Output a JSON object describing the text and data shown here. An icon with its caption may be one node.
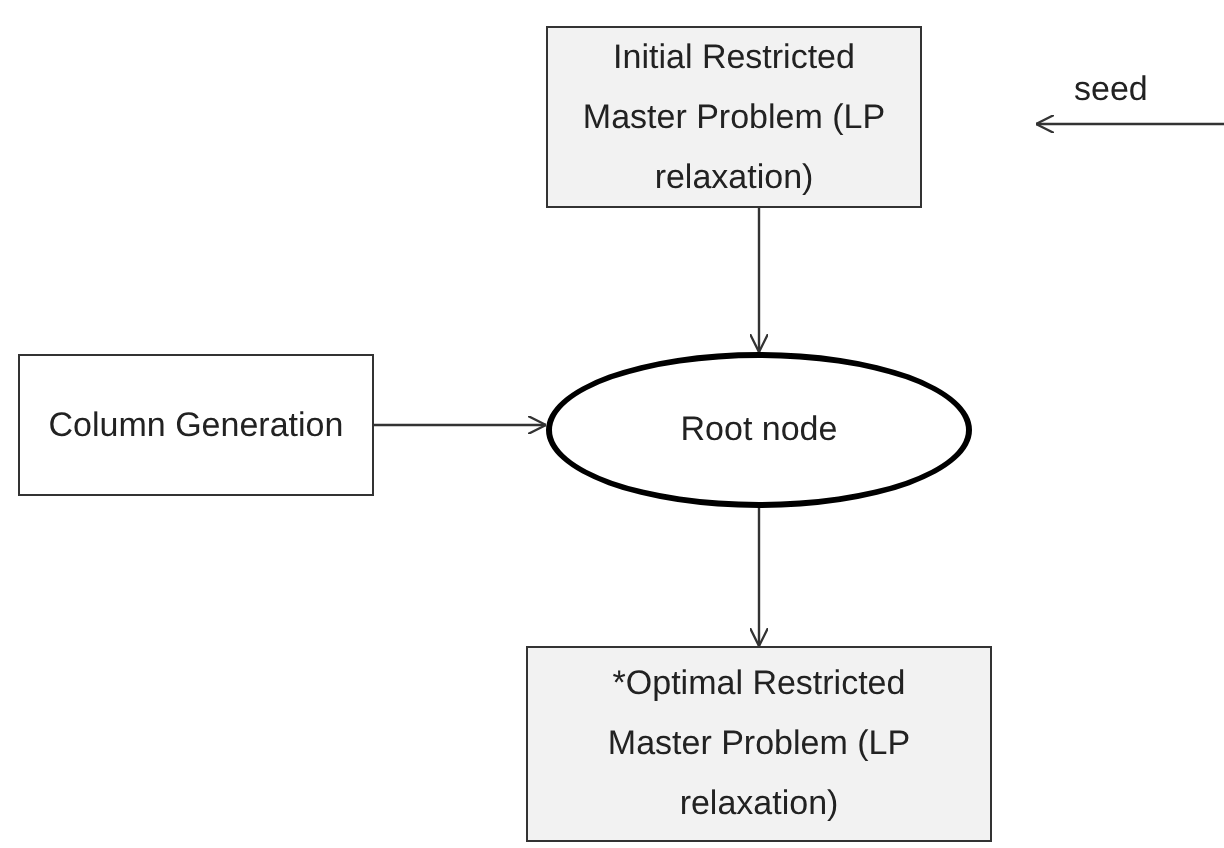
{
  "diagram": {
    "nodes": [
      {
        "text": [
          "Initial Restricted Master Problem (LP relaxation)"
        ]
      },
      {
        "text": [
          "Column Generation"
        ]
      },
      {
        "text": [
          "Root node"
        ]
      },
      {
        "text": [
          "*Optimal Restricted Master Problem (LP relaxation)"
        ]
      }
    ],
    "edges": [
      {
        "from": 0,
        "to": 2,
        "arrow": "to"
      },
      {
        "from": 1,
        "to": 2,
        "arrow": "to"
      },
      {
        "from": 2,
        "to": 3,
        "arrow": "to"
      }
    ],
    "labels": [
      "seed"
    ]
  }
}
